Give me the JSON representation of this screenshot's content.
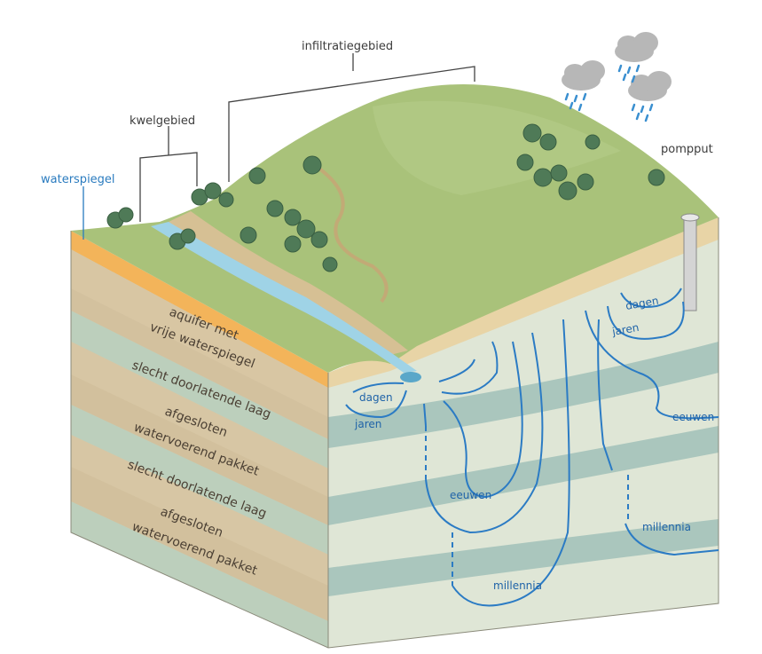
{
  "labels": {
    "infiltratiegebied": "infiltratiegebied",
    "kwelgebied": "kwelgebied",
    "waterspiegel": "waterspiegel",
    "pompput": "pompput"
  },
  "layers": [
    "aquifer met",
    "vrije waterspiegel",
    "slecht doorlatende laag",
    "afgesloten",
    "watervoerend pakket",
    "slecht doorlatende laag",
    "afgesloten",
    "watervoerend pakket"
  ],
  "flow_labels": {
    "dagen_left": "dagen",
    "jaren_left": "jaren",
    "eeuwen_mid": "eeuwen",
    "millennia_mid": "millennia",
    "dagen_right": "dagen",
    "jaren_right": "jaren",
    "eeuwen_right": "eeuwen",
    "millennia_right": "millennia"
  },
  "colors": {
    "grass": "#a9c27a",
    "front_layer_sand": "#e2d4b5",
    "front_layer_clay": "#b8cdbb",
    "flow": "#2b7bc4",
    "waterspiegel": "#2a7bbf"
  }
}
